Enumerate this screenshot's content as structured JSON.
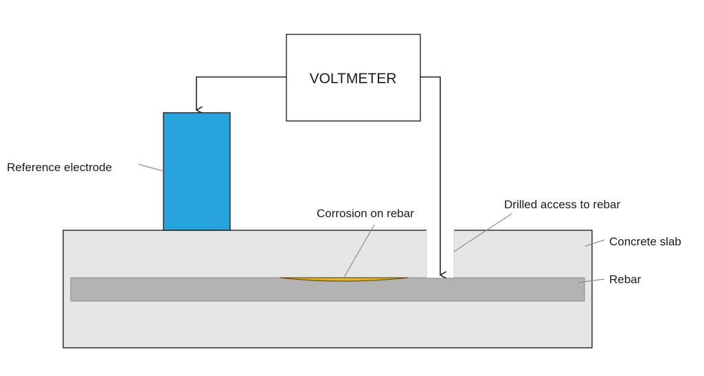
{
  "labels": {
    "voltmeter": "VOLTMETER",
    "reference_electrode": "Reference electrode",
    "corrosion": "Corrosion on rebar",
    "drilled_access": "Drilled access to rebar",
    "concrete_slab": "Concrete slab",
    "rebar": "Rebar"
  },
  "colors": {
    "concrete": "#e6e6e6",
    "rebar": "#b3b3b3",
    "electrode": "#27a3dd",
    "corrosion": "#e3b52a",
    "wire": "#222222",
    "leader": "#8c8c8c"
  }
}
